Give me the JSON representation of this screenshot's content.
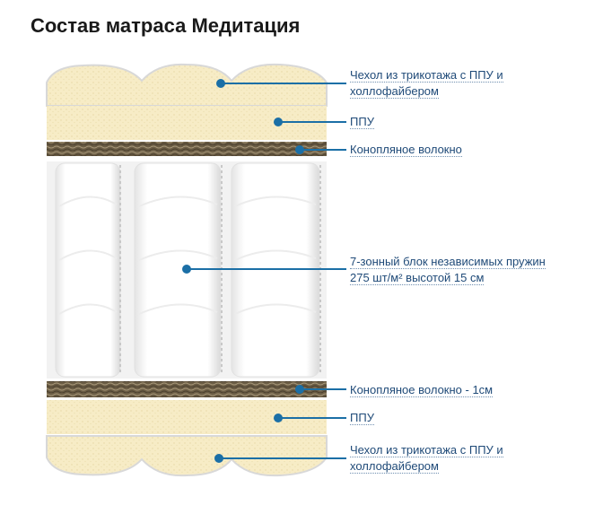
{
  "title": "Состав матраса Медитация",
  "accent_color": "#1b6fa6",
  "layers": [
    {
      "key": "top-cover",
      "label_lines": [
        "Чехол из трикотажа с ППУ и",
        "холлофайбером"
      ]
    },
    {
      "key": "top-foam",
      "label_lines": [
        "ППУ"
      ]
    },
    {
      "key": "top-fiber",
      "label_lines": [
        "Конопляное волокно"
      ]
    },
    {
      "key": "springs",
      "label_lines": [
        "7-зонный блок независимых пружин",
        "275 шт/м² высотой 15 см"
      ]
    },
    {
      "key": "bottom-fiber",
      "label_lines": [
        "Конопляное волокно - 1см"
      ]
    },
    {
      "key": "bottom-foam",
      "label_lines": [
        "ППУ"
      ]
    },
    {
      "key": "bottom-cover",
      "label_lines": [
        "Чехол из трикотажа с ППУ и",
        "холлофайбером"
      ]
    }
  ]
}
